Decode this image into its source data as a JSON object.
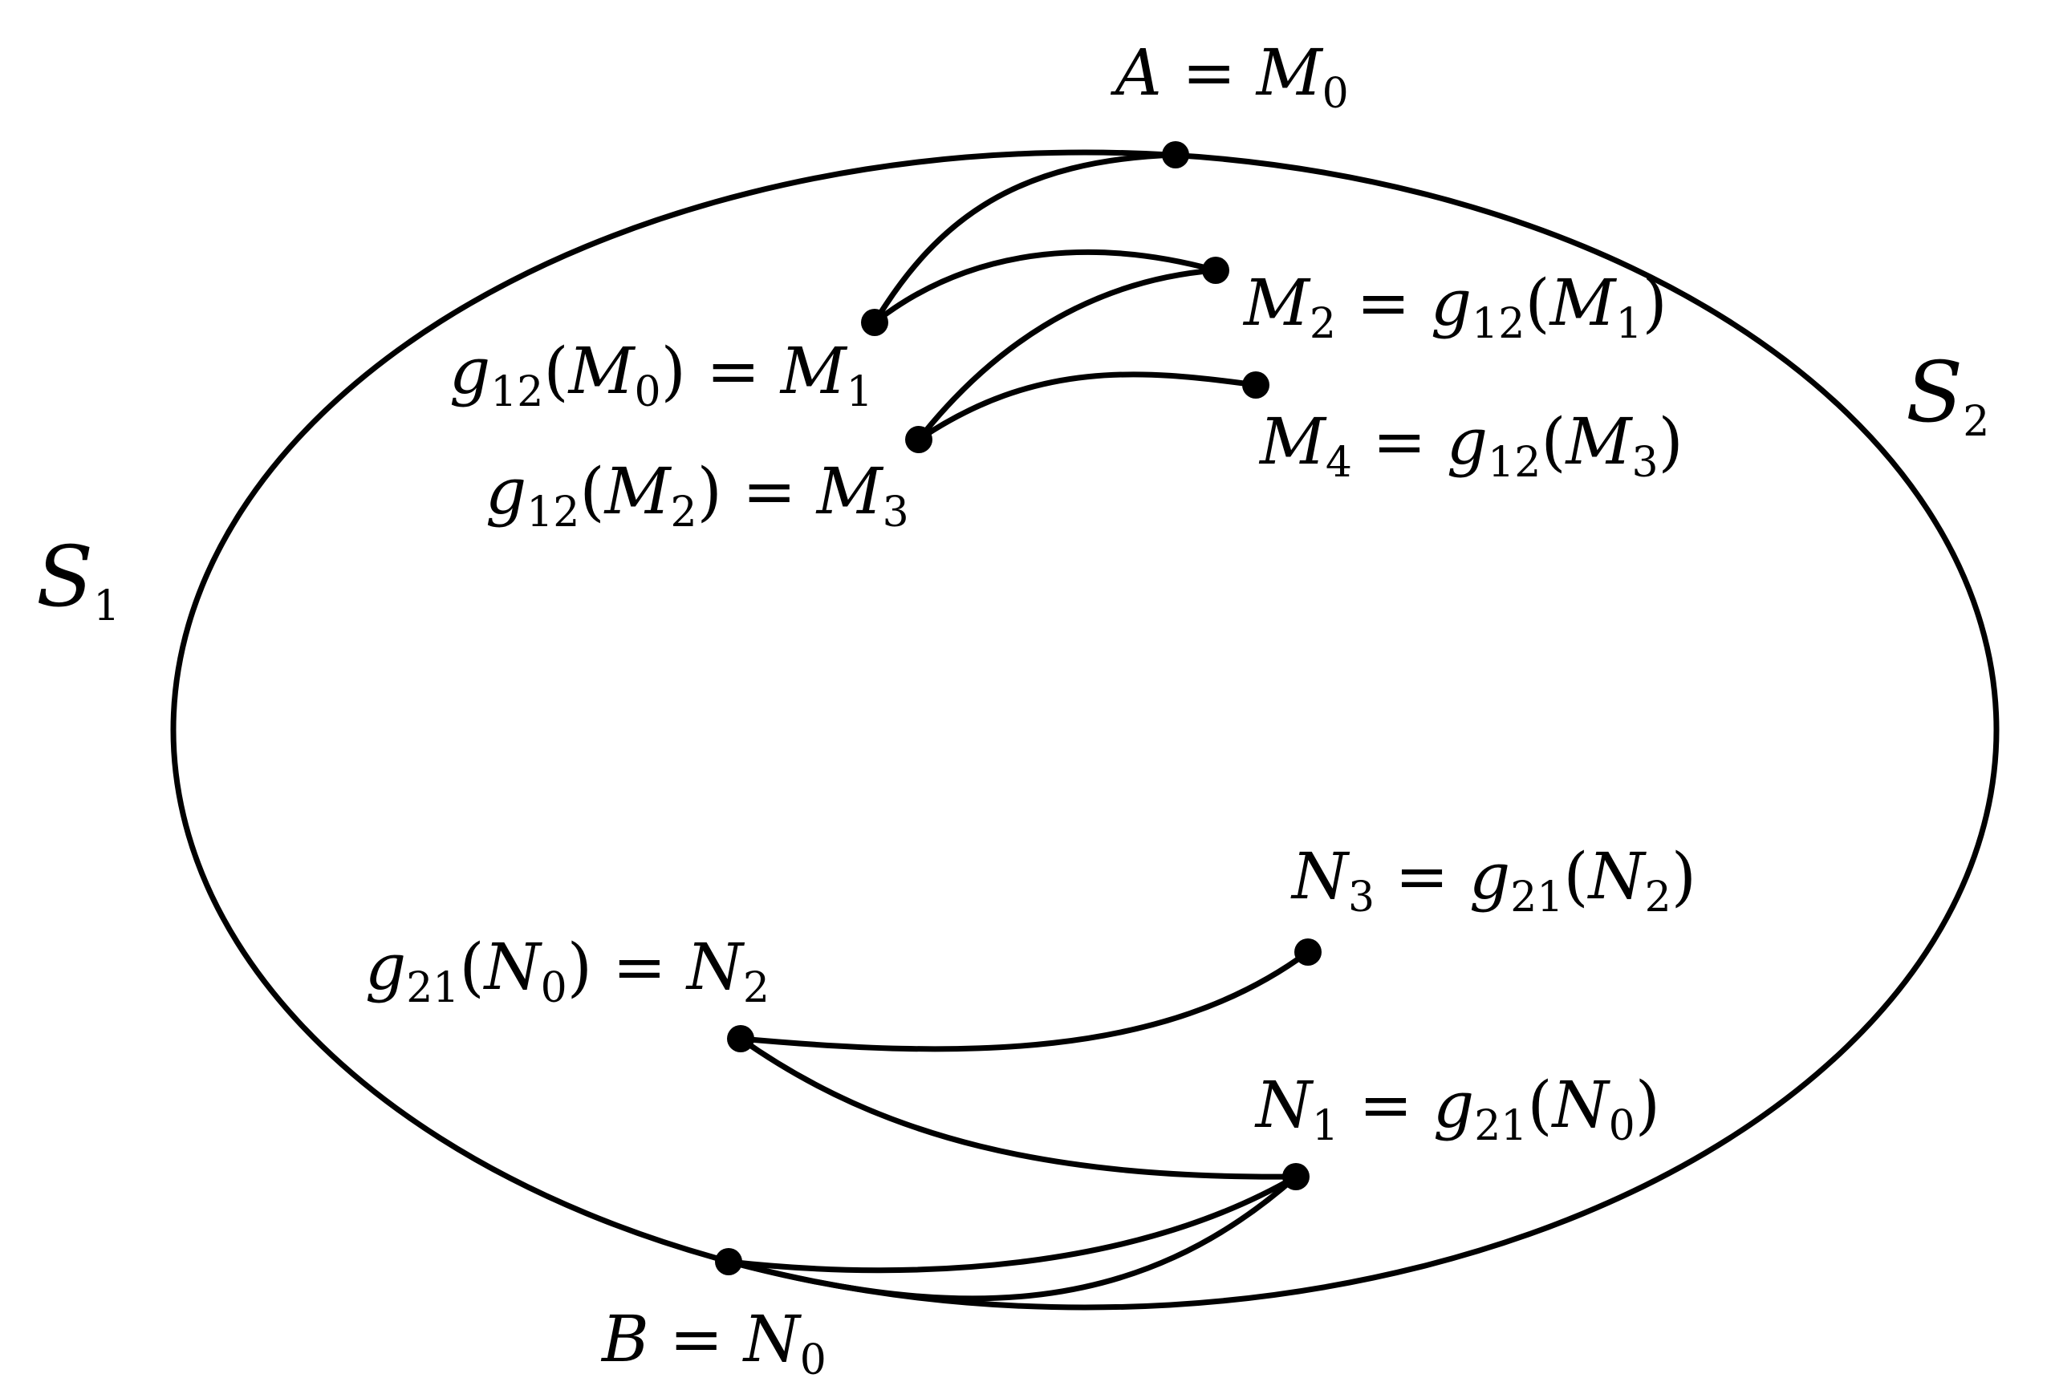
{
  "sets": {
    "s1": {
      "letter": "S",
      "sub": "1"
    },
    "s2": {
      "letter": "S",
      "sub": "2"
    }
  },
  "top_point": {
    "left": "A",
    "eq": "=",
    "letter": "M",
    "sub": "0"
  },
  "bottom_point": {
    "left": "B",
    "eq": "=",
    "letter": "N",
    "sub": "0"
  },
  "m_labels": {
    "m1": {
      "g": "g",
      "gsub": "12",
      "open": "(",
      "arg": "M",
      "argsub": "0",
      "close": ")",
      "eq": "=",
      "res": "M",
      "ressub": "1"
    },
    "m2": {
      "lhs": "M",
      "lhssub": "2",
      "eq": "=",
      "g": "g",
      "gsub": "12",
      "open": "(",
      "arg": "M",
      "argsub": "1",
      "close": ")"
    },
    "m3": {
      "g": "g",
      "gsub": "12",
      "open": "(",
      "arg": "M",
      "argsub": "2",
      "close": ")",
      "eq": "=",
      "res": "M",
      "ressub": "3"
    },
    "m4": {
      "lhs": "M",
      "lhssub": "4",
      "eq": "=",
      "g": "g",
      "gsub": "12",
      "open": "(",
      "arg": "M",
      "argsub": "3",
      "close": ")"
    }
  },
  "n_labels": {
    "n1": {
      "lhs": "N",
      "lhssub": "1",
      "eq": "=",
      "g": "g",
      "gsub": "21",
      "open": "(",
      "arg": "N",
      "argsub": "0",
      "close": ")"
    },
    "n2": {
      "g": "g",
      "gsub": "21",
      "open": "(",
      "arg": "N",
      "argsub": "0",
      "close": ")",
      "eq": "=",
      "res": "N",
      "ressub": "2"
    },
    "n3": {
      "lhs": "N",
      "lhssub": "3",
      "eq": "=",
      "g": "g",
      "gsub": "21",
      "open": "(",
      "arg": "N",
      "argsub": "2",
      "close": ")"
    }
  }
}
